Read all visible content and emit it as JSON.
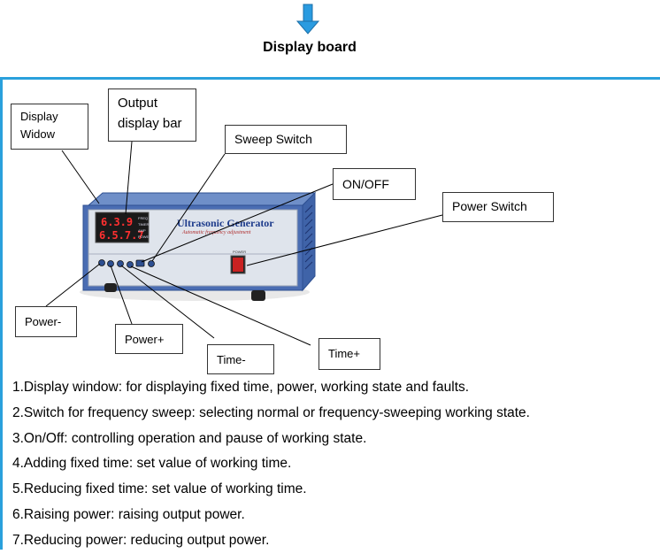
{
  "header": {
    "title": "Display board",
    "arrow_icon": "arrow-down-icon",
    "accent_color": "#2aa0dc"
  },
  "device": {
    "brand_label": "Ultrasonic Generator",
    "sub_label": "Automatic frequency adjustment",
    "power_switch_text": "POWER",
    "display_digits_top": "6.3.9",
    "display_digits_bottom": "6.5.7.7",
    "indicator_labels": [
      "FREQ",
      "TIMER",
      "AMP",
      "POWER"
    ]
  },
  "callouts": {
    "display_window": "Display\nWidow",
    "output_bar": "Output\ndisplay bar",
    "sweep_switch": "Sweep Switch",
    "on_off": "ON/OFF",
    "power_switch": "Power Switch",
    "power_minus": "Power-",
    "power_plus": "Power+",
    "time_minus": "Time-",
    "time_plus": "Time+"
  },
  "notes": [
    "1.Display window: for displaying fixed time, power, working state and faults.",
    "2.Switch for frequency sweep: selecting normal or frequency-sweeping working state.",
    "3.On/Off: controlling operation and pause of working state.",
    "4.Adding fixed time: set value of working time.",
    "5.Reducing fixed time: set value of working time.",
    "6.Raising power: raising output power.",
    "7.Reducing power: reducing output power."
  ]
}
